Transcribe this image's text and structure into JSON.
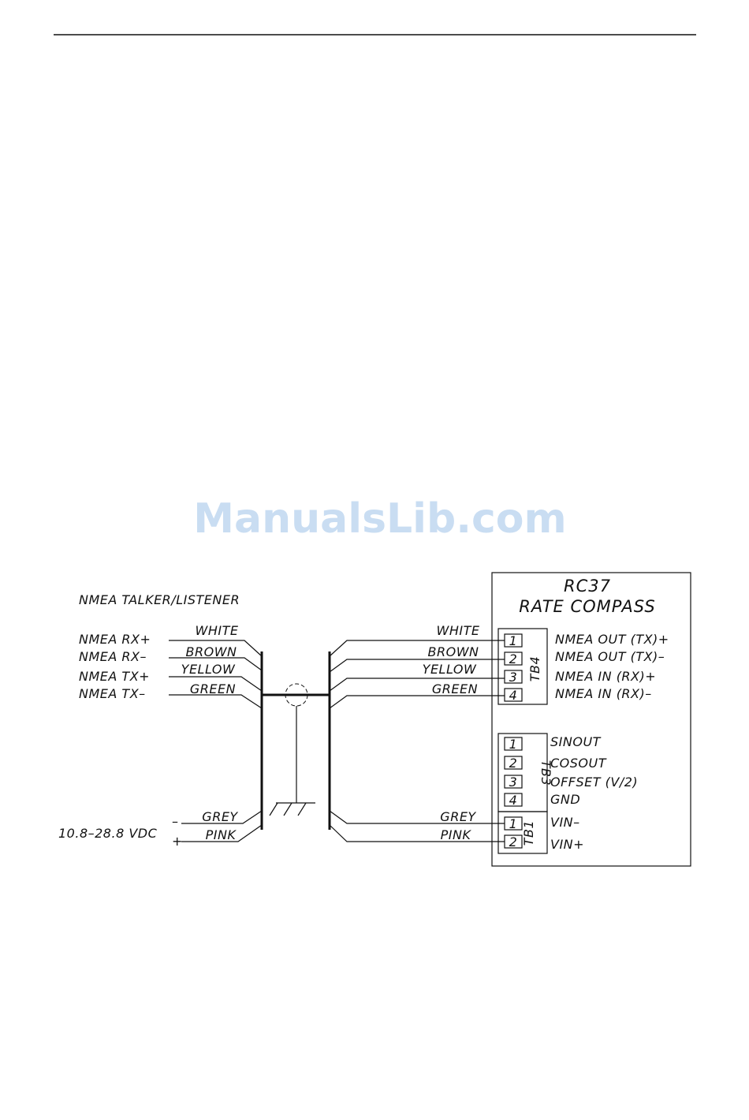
{
  "watermark": "ManualsLib.com",
  "device": {
    "model": "RC37",
    "name": "RATE COMPASS"
  },
  "talker": {
    "title": "NMEA TALKER/LISTENER",
    "signals": [
      "NMEA RX+",
      "NMEA RX–",
      "NMEA TX+",
      "NMEA TX–"
    ],
    "supply": "10.8–28.8 VDC",
    "supply_minus": "–",
    "supply_plus": "+"
  },
  "wires": {
    "data": [
      "WHITE",
      "BROWN",
      "YELLOW",
      "GREEN"
    ],
    "power": [
      "GREY",
      "PINK"
    ]
  },
  "terminal_blocks": {
    "tb4": {
      "name": "TB4",
      "pins": [
        "1",
        "2",
        "3",
        "4"
      ],
      "labels": [
        "NMEA OUT (TX)+",
        "NMEA OUT (TX)–",
        "NMEA IN (RX)+",
        "NMEA IN (RX)–"
      ]
    },
    "tb3": {
      "name": "TB3",
      "pins": [
        "1",
        "2",
        "3",
        "4"
      ],
      "labels": [
        "SINOUT",
        "COSOUT",
        "OFFSET (V/2)",
        "GND"
      ]
    },
    "tb1": {
      "name": "TB1",
      "pins": [
        "1",
        "2"
      ],
      "labels": [
        "VIN–",
        "VIN+"
      ]
    }
  }
}
